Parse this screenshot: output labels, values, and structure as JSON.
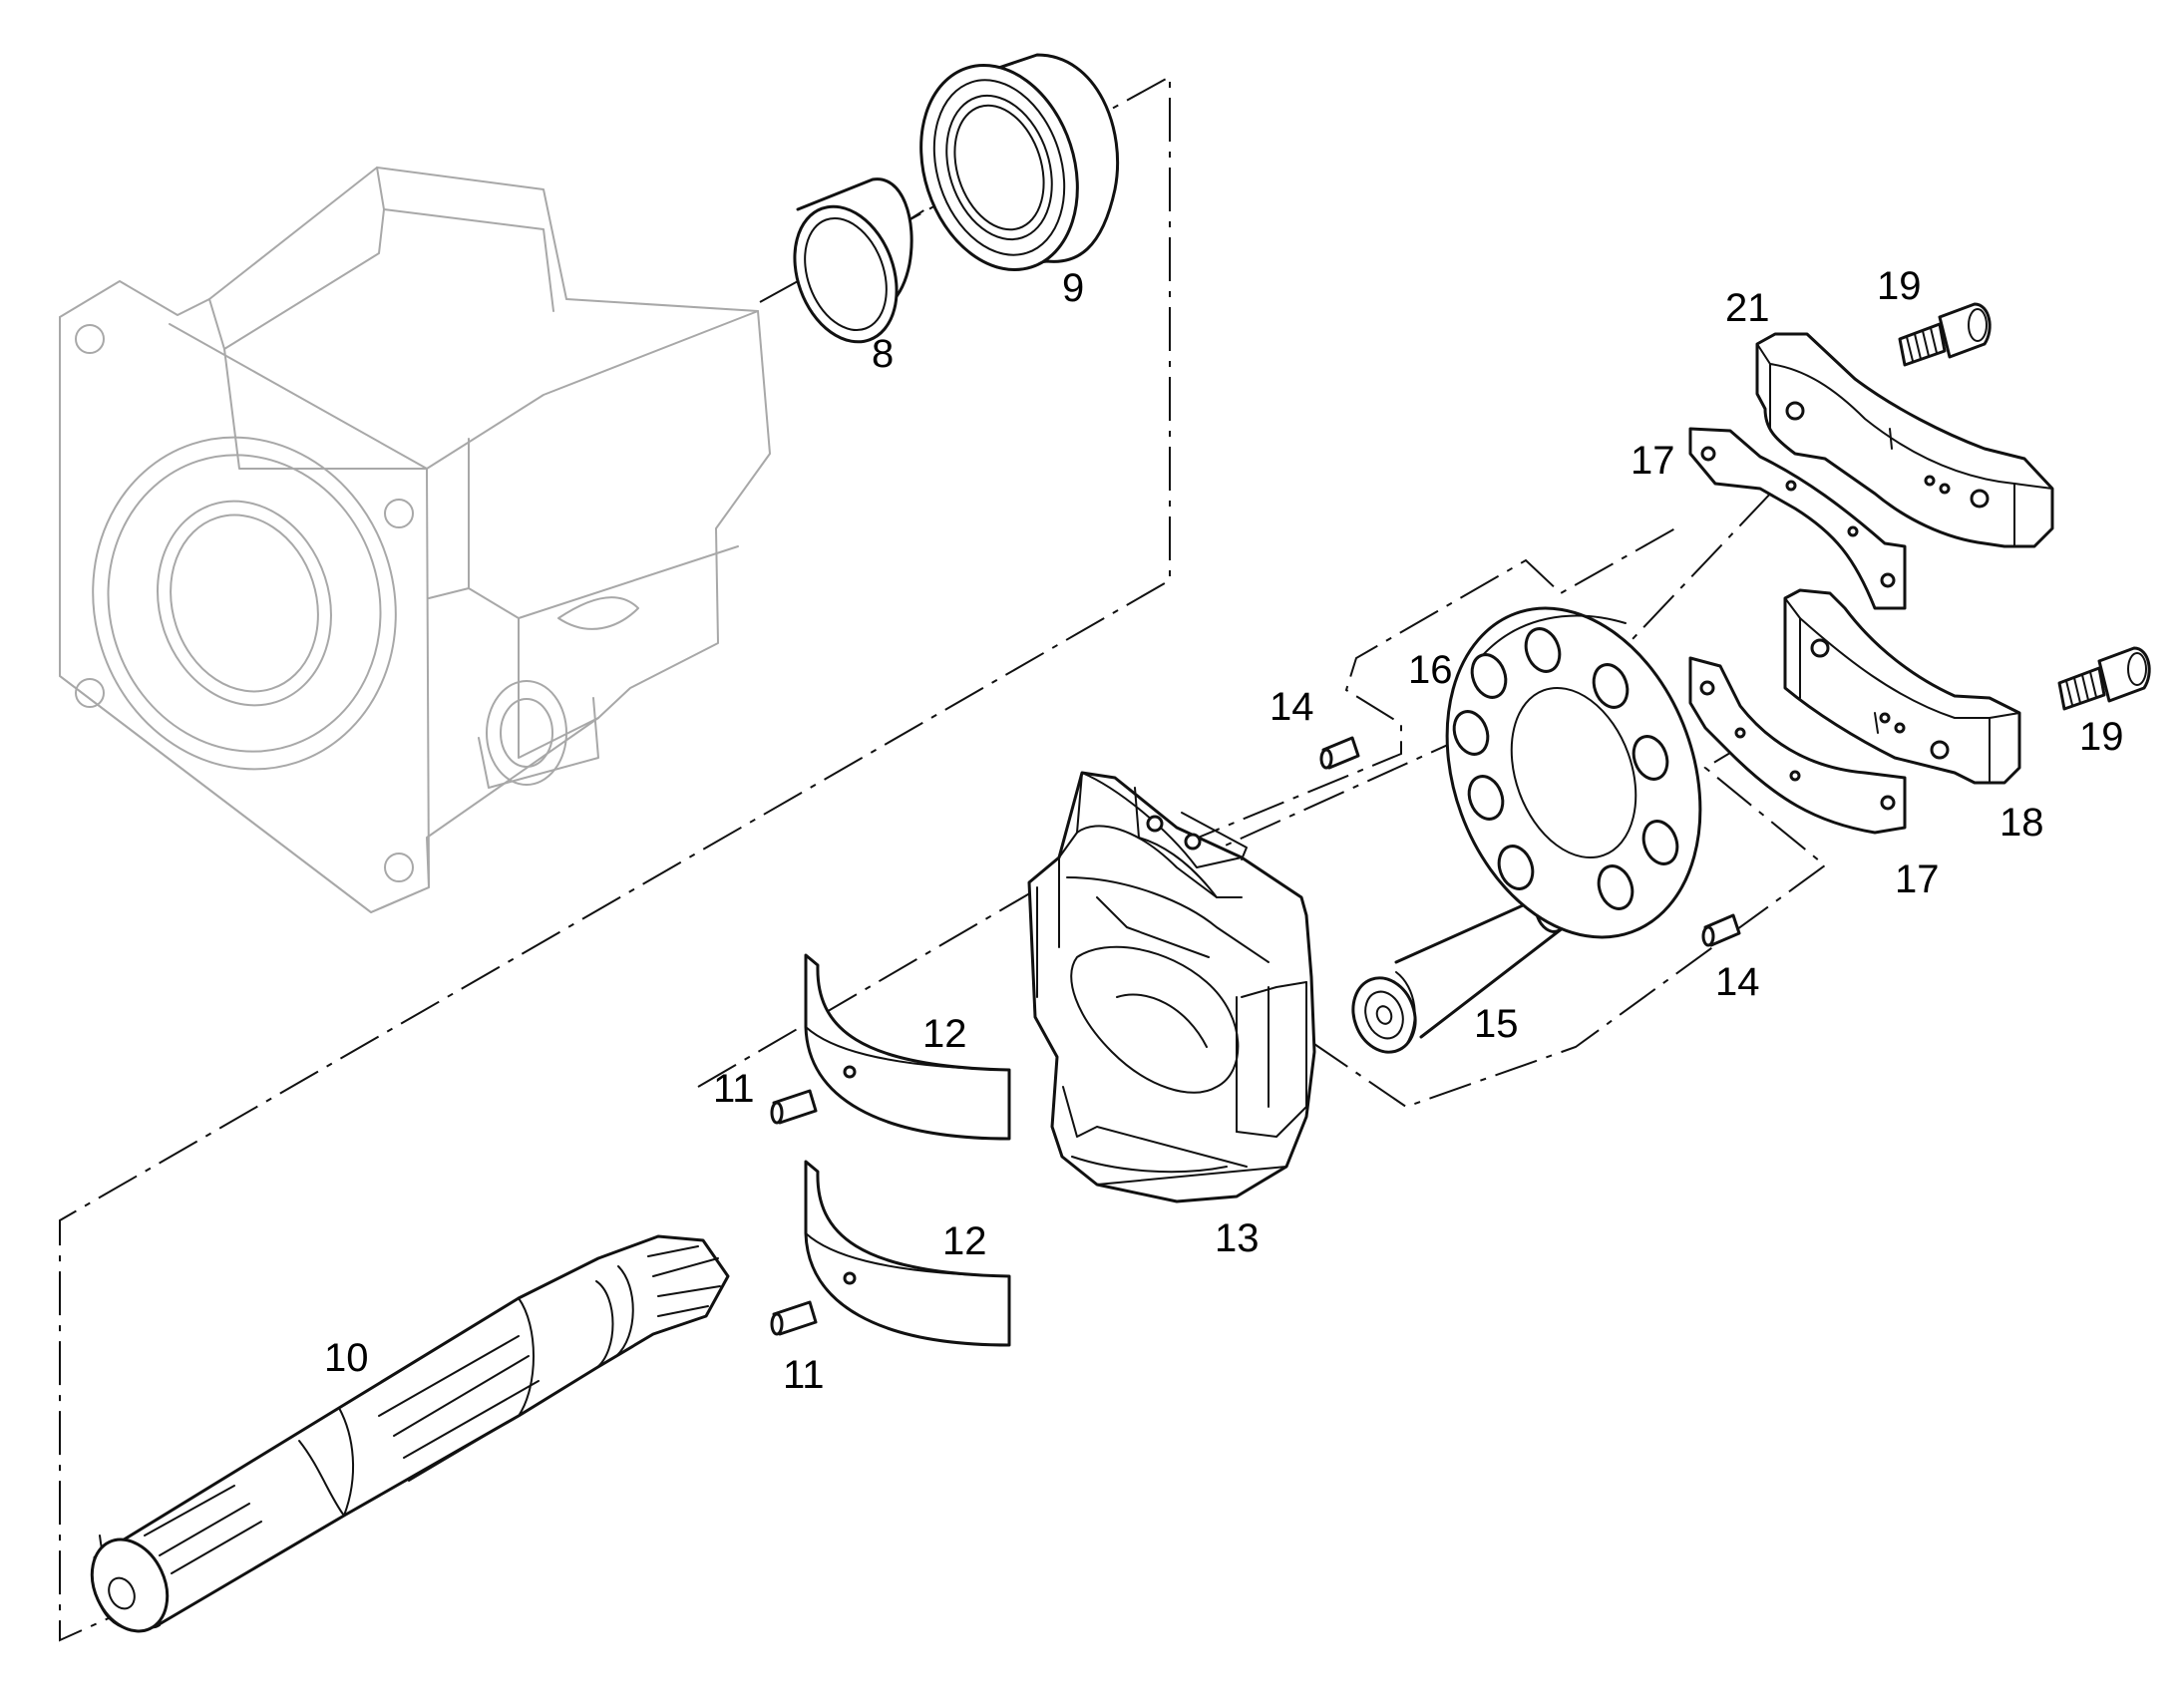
{
  "callouts": {
    "c8": "8",
    "c9": "9",
    "c10": "10",
    "c11a": "11",
    "c11b": "11",
    "c12a": "12",
    "c12b": "12",
    "c13": "13",
    "c14a": "14",
    "c14b": "14",
    "c15": "15",
    "c16": "16",
    "c17a": "17",
    "c17b": "17",
    "c18": "18",
    "c19a": "19",
    "c19b": "19",
    "c21": "21"
  },
  "colors": {
    "line": "#111111",
    "housing_ghost": "#a8a8a8",
    "background": "#ffffff"
  }
}
